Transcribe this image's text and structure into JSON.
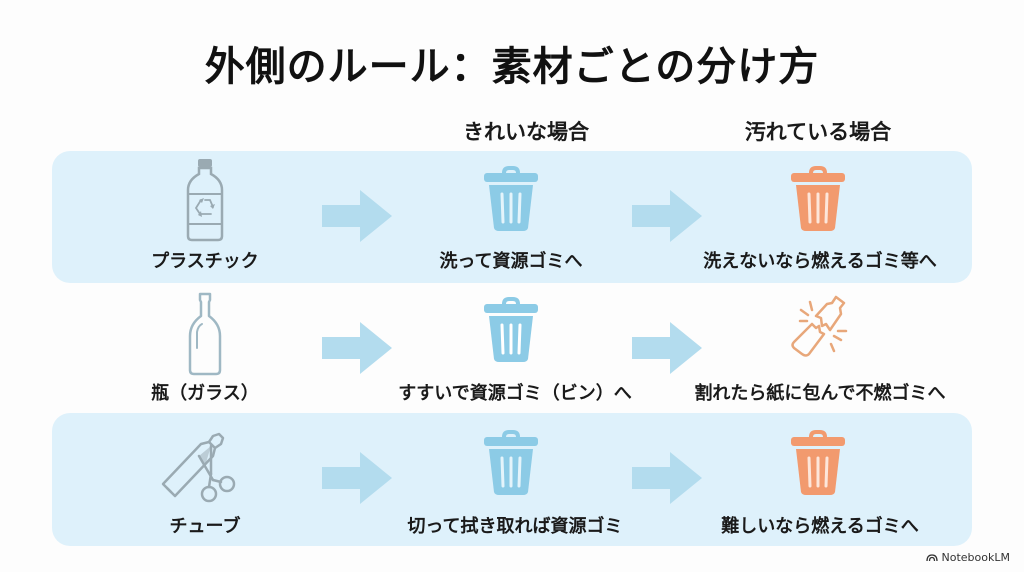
{
  "title": "外側のルール：素材ごとの分け方",
  "columns": {
    "clean": "きれいな場合",
    "dirty": "汚れている場合"
  },
  "rows": [
    {
      "material": "プラスチック",
      "material_icon": "plastic-bottle-recycle-icon",
      "clean_action": "洗って資源ゴミへ",
      "clean_icon": "trash-can-blue-icon",
      "dirty_action": "洗えないなら燃えるゴミ等へ",
      "dirty_icon": "trash-can-orange-icon",
      "shaded": true
    },
    {
      "material": "瓶（ガラス）",
      "material_icon": "glass-bottle-icon",
      "clean_action": "すすいで資源ゴミ（ビン）へ",
      "clean_icon": "trash-can-blue-icon",
      "dirty_action": "割れたら紙に包んで不燃ゴミへ",
      "dirty_icon": "broken-bottle-icon",
      "shaded": false
    },
    {
      "material": "チューブ",
      "material_icon": "tube-scissors-icon",
      "clean_action": "切って拭き取れば資源ゴミ",
      "clean_icon": "trash-can-blue-icon",
      "dirty_action": "難しいなら燃えるゴミへ",
      "dirty_icon": "trash-can-orange-icon",
      "shaded": true
    }
  ],
  "colors": {
    "panel": "#def1fb",
    "arrow": "#b3dcee",
    "trash_blue": "#8ccbe6",
    "trash_orange": "#f29a6e",
    "icon_gray": "#9aaab2",
    "broken_bottle": "#e8a77a"
  },
  "brand": "NotebookLM"
}
